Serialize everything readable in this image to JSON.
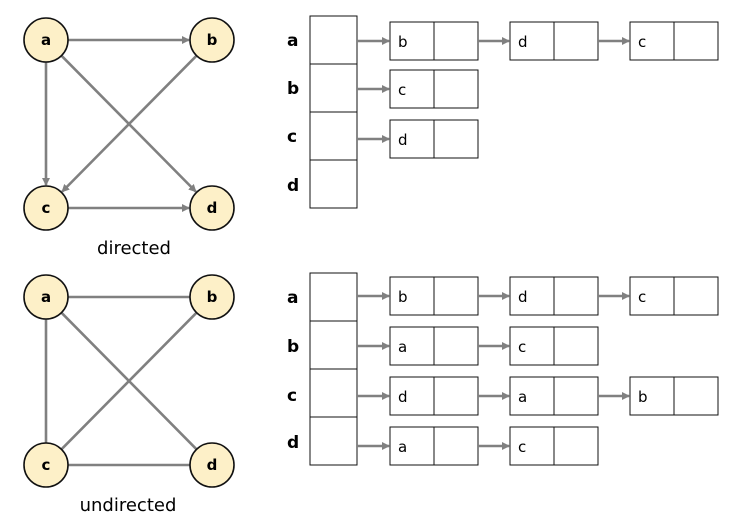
{
  "colors": {
    "node_fill": "#fdf0c8",
    "edge": "#808080",
    "outline": "#111111"
  },
  "directed": {
    "caption": "directed",
    "nodes": [
      "a",
      "b",
      "c",
      "d"
    ],
    "edges": [
      [
        "a",
        "b"
      ],
      [
        "a",
        "c"
      ],
      [
        "a",
        "d"
      ],
      [
        "b",
        "c"
      ],
      [
        "c",
        "d"
      ]
    ],
    "adjacency": [
      {
        "vertex": "a",
        "list": [
          "b",
          "d",
          "c"
        ]
      },
      {
        "vertex": "b",
        "list": [
          "c"
        ]
      },
      {
        "vertex": "c",
        "list": [
          "d"
        ]
      },
      {
        "vertex": "d",
        "list": []
      }
    ]
  },
  "undirected": {
    "caption": "undirected",
    "nodes": [
      "a",
      "b",
      "c",
      "d"
    ],
    "edges": [
      [
        "a",
        "b"
      ],
      [
        "a",
        "c"
      ],
      [
        "a",
        "d"
      ],
      [
        "b",
        "c"
      ],
      [
        "c",
        "d"
      ]
    ],
    "adjacency": [
      {
        "vertex": "a",
        "list": [
          "b",
          "d",
          "c"
        ]
      },
      {
        "vertex": "b",
        "list": [
          "a",
          "c"
        ]
      },
      {
        "vertex": "c",
        "list": [
          "d",
          "a",
          "b"
        ]
      },
      {
        "vertex": "d",
        "list": [
          "a",
          "c"
        ]
      }
    ]
  }
}
